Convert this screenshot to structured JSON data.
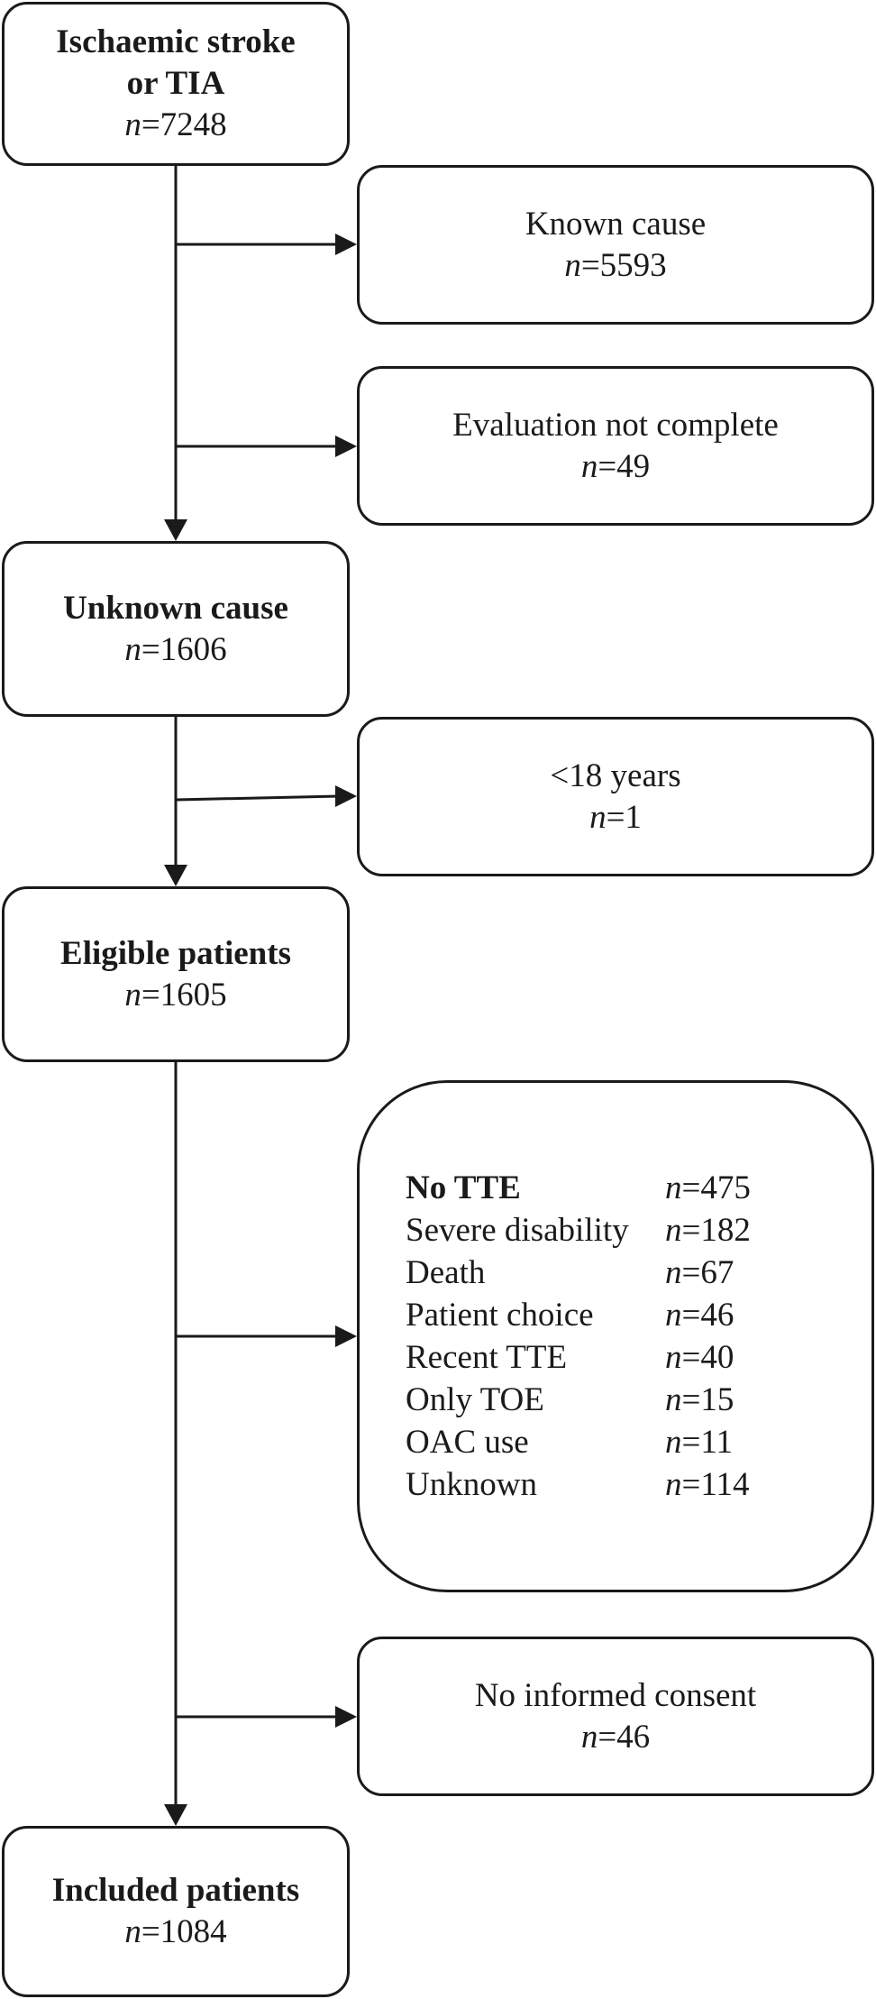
{
  "flow": {
    "stroke": {
      "title_line1": "Ischaemic stroke",
      "title_line2": "or TIA",
      "n_prefix": "n",
      "n_value": "=7248"
    },
    "known_cause": {
      "label": "Known cause",
      "n_prefix": "n",
      "n_value": "=5593"
    },
    "evaluation_not_complete": {
      "label": "Evaluation not complete",
      "n_prefix": "n",
      "n_value": "=49"
    },
    "unknown_cause": {
      "title": "Unknown cause",
      "n_prefix": "n",
      "n_value": "=1606"
    },
    "under_18": {
      "label": "<18 years",
      "n_prefix": "n",
      "n_value": "=1"
    },
    "eligible": {
      "title": "Eligible patients",
      "n_prefix": "n",
      "n_value": "=1605"
    },
    "no_tte": {
      "rows": [
        {
          "label": "No TTE",
          "n_prefix": "n",
          "n_value": "=475"
        },
        {
          "label": "Severe disability",
          "n_prefix": "n",
          "n_value": "=182"
        },
        {
          "label": "Death",
          "n_prefix": "n",
          "n_value": "=67"
        },
        {
          "label": "Patient choice",
          "n_prefix": "n",
          "n_value": "=46"
        },
        {
          "label": "Recent TTE",
          "n_prefix": "n",
          "n_value": "=40"
        },
        {
          "label": "Only TOE",
          "n_prefix": "n",
          "n_value": "=15"
        },
        {
          "label": "OAC use",
          "n_prefix": "n",
          "n_value": "=11"
        },
        {
          "label": "Unknown",
          "n_prefix": "n",
          "n_value": "=114"
        }
      ]
    },
    "no_consent": {
      "label": "No informed consent",
      "n_prefix": "n",
      "n_value": "=46"
    },
    "included": {
      "title": "Included patients",
      "n_prefix": "n",
      "n_value": "=1084"
    }
  },
  "colors": {
    "line": "#1a1a1a",
    "background": "#ffffff"
  }
}
